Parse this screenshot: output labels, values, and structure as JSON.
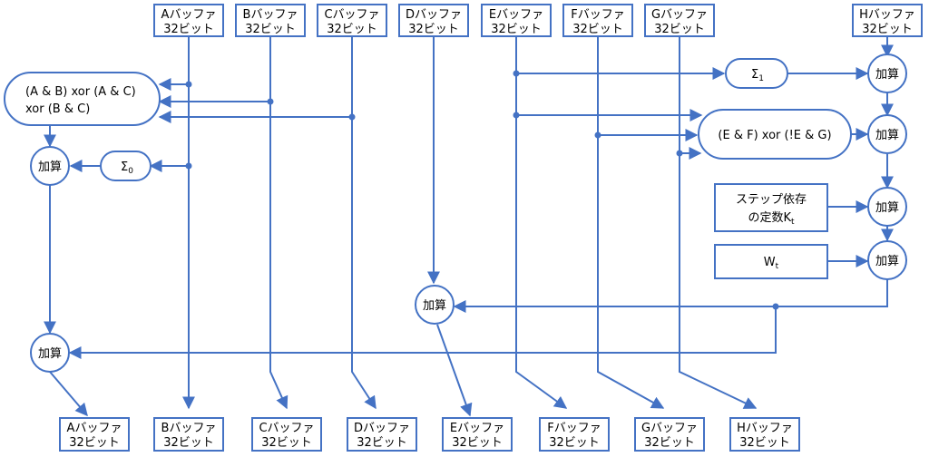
{
  "colors": {
    "stroke": "#4472C4",
    "text": "#000000",
    "background": "#ffffff"
  },
  "buffers": {
    "bits": "32ビット",
    "top": [
      "Aバッファ",
      "Bバッファ",
      "Cバッファ",
      "Dバッファ",
      "Eバッファ",
      "Fバッファ",
      "Gバッファ",
      "Hバッファ"
    ],
    "bottom": [
      "Aバッファ",
      "Bバッファ",
      "Cバッファ",
      "Dバッファ",
      "Eバッファ",
      "Fバッファ",
      "Gバッファ",
      "Hバッファ"
    ]
  },
  "nodes": {
    "maj_line1": "(A & B) xor (A & C)",
    "maj_line2": "xor (B & C)",
    "sigma_symbol": "Σ",
    "sigma0_sub": "0",
    "sigma1_sub": "1",
    "ch_label": "(E & F) xor (!E & G)",
    "k_line1": "ステップ依存",
    "k_line2_main": "の定数K",
    "k_line2_sub": "t",
    "w_main": "W",
    "w_sub": "t",
    "add": "加算"
  }
}
